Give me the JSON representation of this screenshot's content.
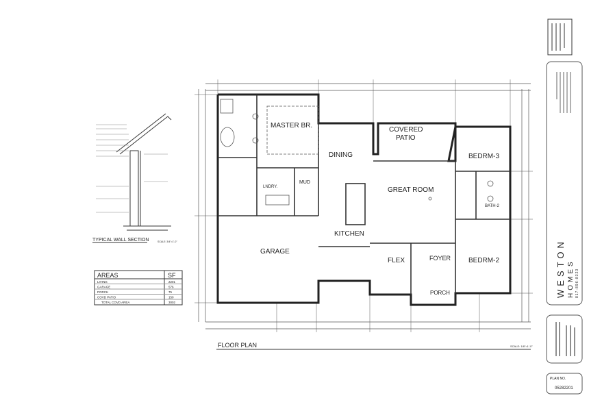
{
  "sheet": {
    "title": "FLOOR PLAN",
    "scale": "SCALE: 1/8\"=1'-0\"",
    "wall_section_title": "TYPICAL WALL SECTION",
    "wall_section_scale": "SCALE: 3/4\"=1'-0\""
  },
  "rooms": {
    "master": "MASTER BR.",
    "patio_1": "COVERED",
    "patio_2": "PATIO",
    "dining": "DINING",
    "bedrm3": "BEDRM-3",
    "laundry": "LNDRY.",
    "mud": "MUD",
    "great_room": "GREAT ROOM",
    "bath2": "BATH-2",
    "kitchen": "KITCHEN",
    "garage": "GARAGE",
    "flex": "FLEX",
    "foyer": "FOYER",
    "bedrm2": "BEDRM-2",
    "porch": "PORCH"
  },
  "areas": {
    "header": "AREAS",
    "unit": "SF",
    "rows": [
      {
        "name": "LIVING",
        "value": "2201"
      },
      {
        "name": "GARAGE",
        "value": "576"
      },
      {
        "name": "PORCH",
        "value": "75"
      },
      {
        "name": "COVD PATIO",
        "value": "150"
      },
      {
        "name": "TOTAL COVD AREA",
        "value": "3002"
      }
    ]
  },
  "title_block": {
    "company_1": "WESTON",
    "company_2": "HOMES",
    "phone": "817-896-8323",
    "plan_no_label": "PLAN NO.",
    "plan_no": "05282201"
  }
}
